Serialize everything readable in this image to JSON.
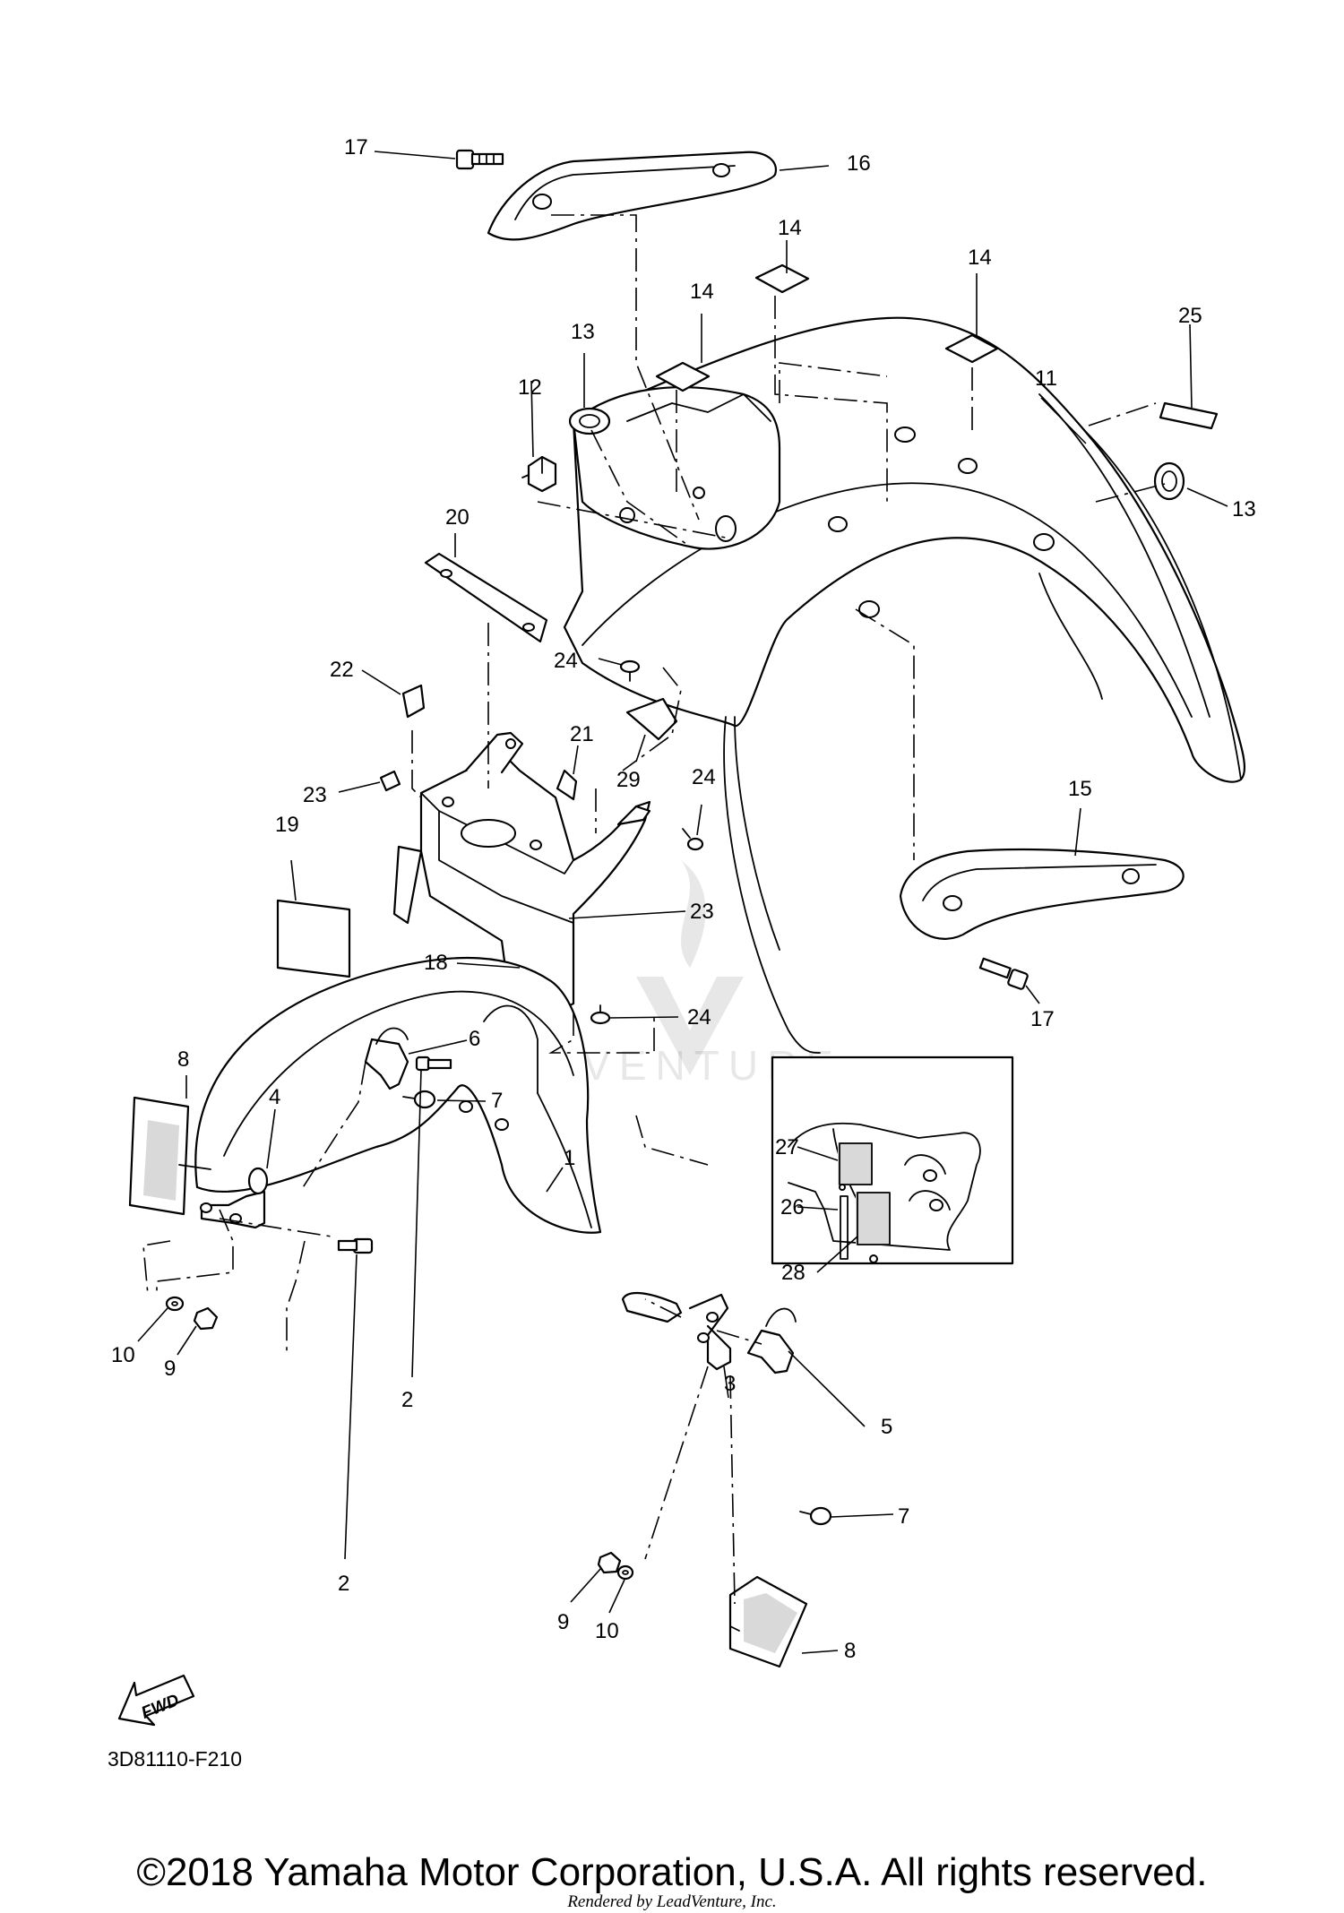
{
  "diagram": {
    "callouts": [
      {
        "label": "17"
      },
      {
        "label": "16"
      },
      {
        "label": "14"
      },
      {
        "label": "14"
      },
      {
        "label": "14"
      },
      {
        "label": "25"
      },
      {
        "label": "13"
      },
      {
        "label": "12"
      },
      {
        "label": "11"
      },
      {
        "label": "13"
      },
      {
        "label": "20"
      },
      {
        "label": "24"
      },
      {
        "label": "22"
      },
      {
        "label": "21"
      },
      {
        "label": "29"
      },
      {
        "label": "24"
      },
      {
        "label": "23"
      },
      {
        "label": "19"
      },
      {
        "label": "15"
      },
      {
        "label": "23"
      },
      {
        "label": "18"
      },
      {
        "label": "24"
      },
      {
        "label": "17"
      },
      {
        "label": "6"
      },
      {
        "label": "8"
      },
      {
        "label": "4"
      },
      {
        "label": "7"
      },
      {
        "label": "1"
      },
      {
        "label": "10"
      },
      {
        "label": "9"
      },
      {
        "label": "2"
      },
      {
        "label": "3"
      },
      {
        "label": "5"
      },
      {
        "label": "7"
      },
      {
        "label": "2"
      },
      {
        "label": "9"
      },
      {
        "label": "10"
      },
      {
        "label": "8"
      }
    ],
    "inset_callouts": [
      {
        "label": "27"
      },
      {
        "label": "26"
      },
      {
        "label": "28"
      }
    ],
    "fwd_label": "FWD",
    "diagram_code": "3D81110-F210",
    "watermark": "LEADVENTURE"
  },
  "footer": {
    "copyright": "©2018 Yamaha Motor Corporation, U.S.A. All rights reserved.",
    "rendered_by": "Rendered by LeadVenture, Inc."
  }
}
